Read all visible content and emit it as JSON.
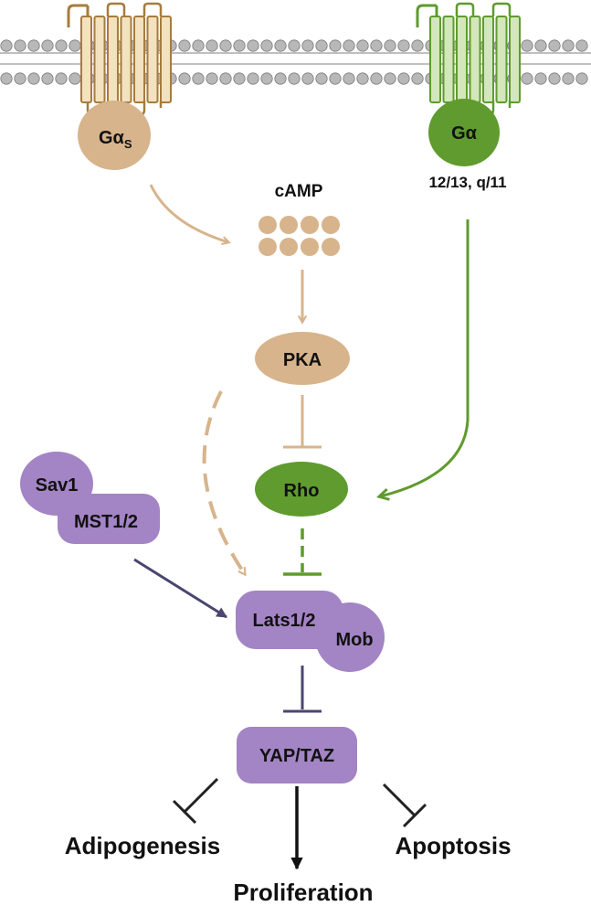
{
  "colors": {
    "tan": "#d7b48c",
    "tan_dark": "#a67c3e",
    "green": "#5f9b2e",
    "green_light": "#cfe2b8",
    "green_dark": "#4b8a23",
    "purple": "#a384c4",
    "purple_dark": "#4a4670",
    "lipid": "#b8b8b8",
    "black": "#111111"
  },
  "receptors": {
    "gs_label_main": "Gα",
    "gs_label_sub": "S",
    "gq_label": "Gα",
    "gq_sublabel": "12/13, q/11"
  },
  "nodes": {
    "camp": "cAMP",
    "pka": "PKA",
    "rho": "Rho",
    "sav1": "Sav1",
    "mst": "MST1/2",
    "lats": "Lats1/2",
    "mob": "Mob",
    "yap": "YAP/TAZ"
  },
  "outcomes": {
    "adipogenesis": "Adipogenesis",
    "proliferation": "Proliferation",
    "apoptosis": "Apoptosis"
  }
}
